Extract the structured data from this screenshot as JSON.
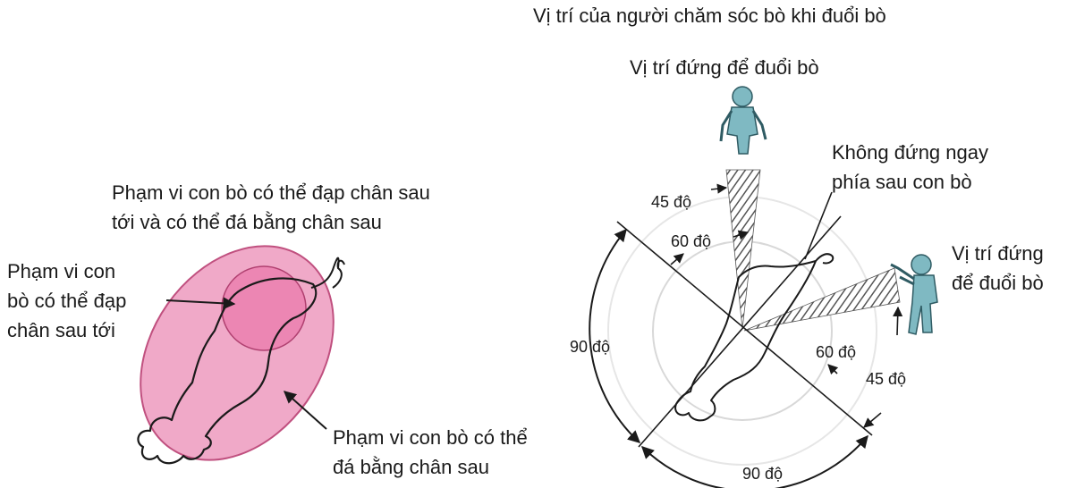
{
  "colors": {
    "outer_zone": "#f0a9c8",
    "inner_zone": "#ec86b3",
    "zone_stroke": "#c0507f",
    "line": "#1a1a1a",
    "hatch": "#555555",
    "worker": "#7fb9c2"
  },
  "left_diagram": {
    "kick_title_line1": "Phạm vi con bò có thể đạp chân sau",
    "kick_title_line2": "tới và có thể đá bằng chân sau",
    "inner_label_line1": "Phạm vi con",
    "inner_label_line2": "bò có thể đạp",
    "inner_label_line3": "chân sau tới",
    "outer_label_line1": "Phạm vi con bò có thể",
    "outer_label_line2": "đá bằng chân sau"
  },
  "right_diagram": {
    "title": "Vị trí của người chăm sóc bò khi đuổi bò",
    "top_position_label": "Vị trí đứng để đuổi bò",
    "avoid_label_line1": "Không đứng ngay",
    "avoid_label_line2": "phía sau con bò",
    "right_position_line1": "Vị trí đứng",
    "right_position_line2": "để đuổi bò",
    "angle_45_top": "45 độ",
    "angle_60_top": "60 độ",
    "angle_90_left": "90 độ",
    "angle_60_right": "60 độ",
    "angle_45_right": "45 độ",
    "angle_90_bottom": "90 độ"
  }
}
